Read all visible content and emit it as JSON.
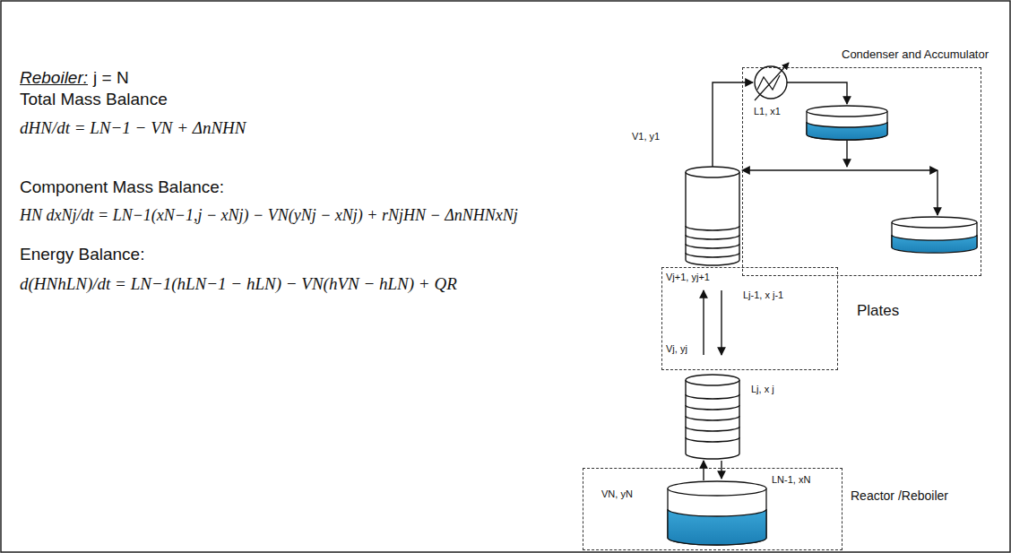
{
  "diagram": {
    "nodes": [
      {
        "text": [
          "Condenser and Accumulator",
          "L1, x1"
        ]
      },
      {
        "text": [
          "Vj+1, yj+1",
          "Lj-1, x j-1",
          "Vj, yj",
          "Plates"
        ]
      },
      {
        "text": [
          "VN, yN",
          "LN-1, xN",
          "Reactor /Reboiler"
        ]
      }
    ],
    "labels": [
      "Reboiler:",
      "j = N",
      "Total Mass Balance",
      "dHN/dt = LN−1 − VN + ΔnNHN",
      "Component Mass Balance:",
      "HN dxNj/dt = LN−1(xN−1,j − xNj) − VN(yNj − xNj) + rNjHN − ΔnNHNxNj",
      "Energy Balance:",
      "d(HNhLN)/dt = LN−1(hLN−1 − hLN) − VN(hVN − hLN) + QR",
      "V1, y1",
      "Lj, x j"
    ]
  }
}
